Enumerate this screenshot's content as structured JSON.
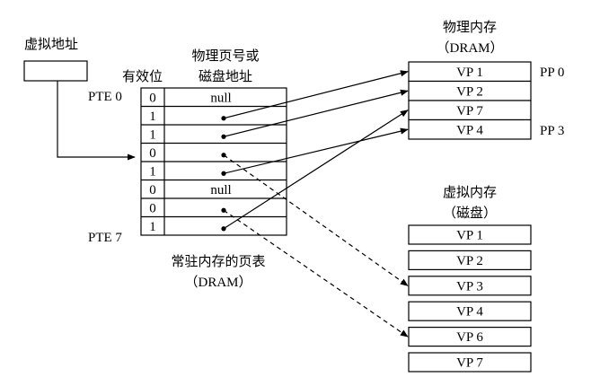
{
  "virtual_address": {
    "label": "虚拟地址"
  },
  "page_table": {
    "valid_header": "有效位",
    "addr_header_line1": "物理页号或",
    "addr_header_line2": "磁盘地址",
    "first_pte": "PTE 0",
    "last_pte": "PTE 7",
    "caption_line1": "常驻内存的页表",
    "caption_line2": "（DRAM）",
    "rows": [
      {
        "valid": "0",
        "addr": "null",
        "pointer": "none"
      },
      {
        "valid": "1",
        "addr": "",
        "pointer": "memory",
        "target": "VP 1"
      },
      {
        "valid": "1",
        "addr": "",
        "pointer": "memory",
        "target": "VP 2"
      },
      {
        "valid": "0",
        "addr": "",
        "pointer": "disk",
        "target": "VP 3"
      },
      {
        "valid": "1",
        "addr": "",
        "pointer": "memory",
        "target": "VP 4"
      },
      {
        "valid": "0",
        "addr": "null",
        "pointer": "none"
      },
      {
        "valid": "0",
        "addr": "",
        "pointer": "disk",
        "target": "VP 6"
      },
      {
        "valid": "1",
        "addr": "",
        "pointer": "memory",
        "target": "VP 7"
      }
    ]
  },
  "physical_memory": {
    "title_line1": "物理内存",
    "title_line2": "（DRAM）",
    "pages": [
      "VP 1",
      "VP 2",
      "VP 7",
      "VP 4"
    ],
    "first_pp": "PP 0",
    "last_pp": "PP 3"
  },
  "virtual_memory": {
    "title_line1": "虚拟内存",
    "title_line2": "（磁盘）",
    "pages": [
      "VP 1",
      "VP 2",
      "VP 3",
      "VP 4",
      "VP 6",
      "VP 7"
    ]
  }
}
